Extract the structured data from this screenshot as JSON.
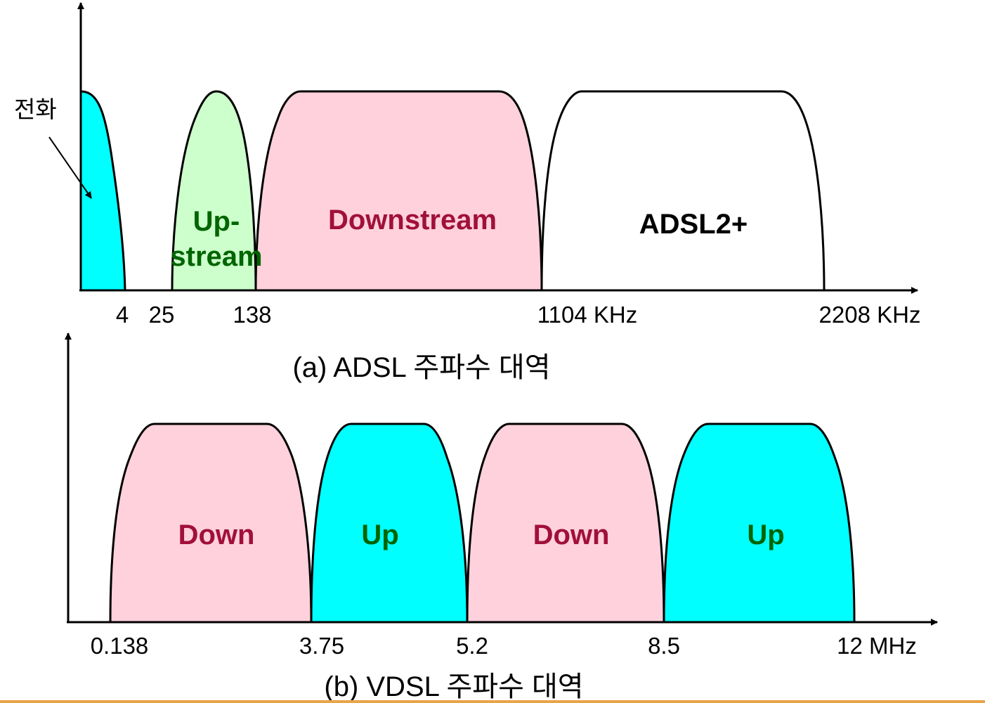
{
  "colors": {
    "phone": "#00ffff",
    "upstream": "#ccffcc",
    "downstream": "#ffd1dc",
    "adsl2plus": "#ffffff",
    "vdsl_down": "#ffd1dc",
    "vdsl_up": "#00ffff",
    "label_green": "#006400",
    "label_crimson": "#a0103a",
    "label_black": "#000000",
    "bottom_rule": "#e8a44a"
  },
  "adsl": {
    "caption": "(a) ADSL 주파수 대역",
    "phone_label": "전화",
    "ticks": [
      "4",
      "25",
      "138",
      "1104 KHz",
      "2208 KHz"
    ],
    "bands": [
      {
        "name": "phone",
        "label": ""
      },
      {
        "name": "upstream",
        "label_line1": "Up-",
        "label_line2": "stream"
      },
      {
        "name": "downstream",
        "label": "Downstream"
      },
      {
        "name": "adsl2plus",
        "label": "ADSL2+"
      }
    ]
  },
  "vdsl": {
    "caption": "(b) VDSL 주파수 대역",
    "ticks": [
      "0.138",
      "3.75",
      "5.2",
      "8.5",
      "12 MHz"
    ],
    "bands": [
      {
        "name": "down-1",
        "label": "Down"
      },
      {
        "name": "up-1",
        "label": "Up"
      },
      {
        "name": "down-2",
        "label": "Down"
      },
      {
        "name": "up-2",
        "label": "Up"
      }
    ]
  }
}
